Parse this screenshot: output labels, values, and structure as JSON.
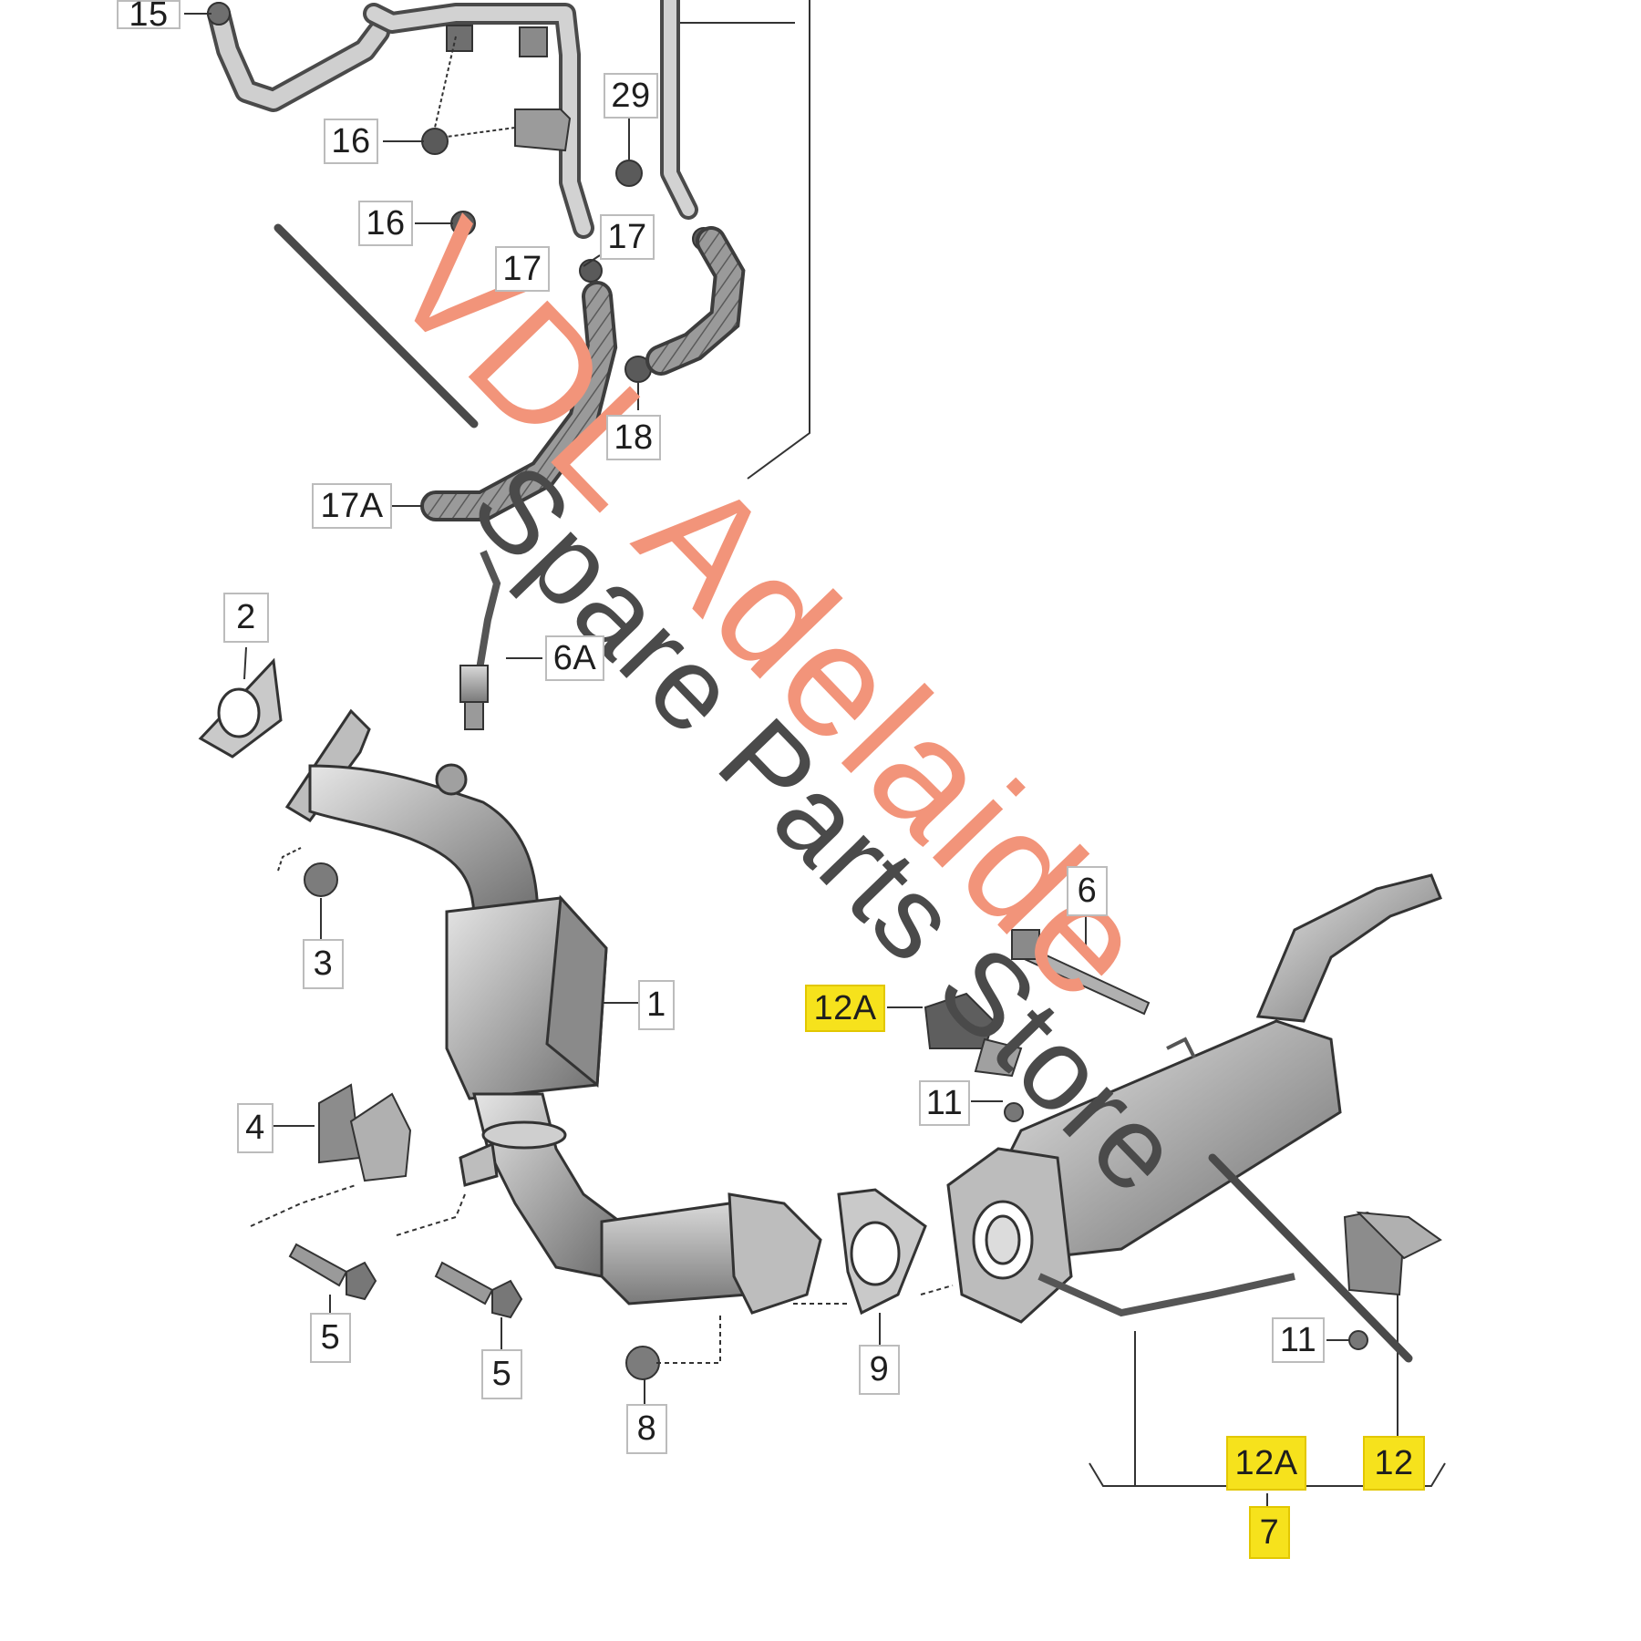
{
  "diagram": {
    "labels": {
      "p15": "15",
      "p16a": "16",
      "p16b": "16",
      "p29": "29",
      "p17a": "17",
      "p17b": "17",
      "p18": "18",
      "p17A": "17A",
      "p2": "2",
      "p6A": "6A",
      "p3": "3",
      "p1": "1",
      "p6": "6",
      "p12A_top": "12A",
      "p11a": "11",
      "p4": "4",
      "p5a": "5",
      "p5b": "5",
      "p8": "8",
      "p9": "9",
      "p11b": "11",
      "p12A_bottom": "12A",
      "p12": "12",
      "p7": "7"
    },
    "highlight_color": "#f6e21c"
  },
  "watermark": {
    "line1": "VDL Adelaide",
    "line2": "Spare Parts Store",
    "color1": "#f2947a",
    "color2": "#4a4a4a"
  }
}
